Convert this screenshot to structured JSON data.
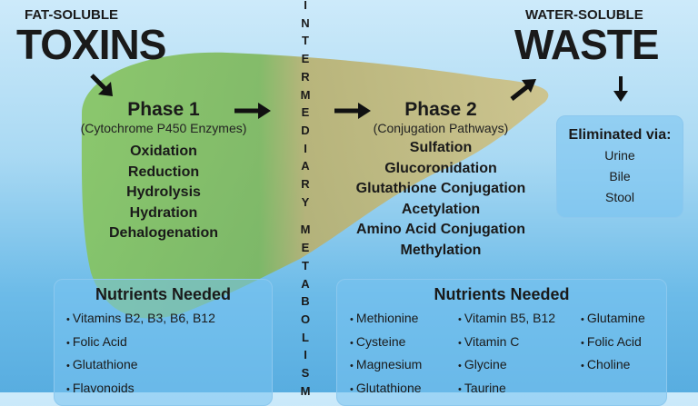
{
  "left_header": {
    "small": "FAT-SOLUBLE",
    "big": "TOXINS"
  },
  "right_header": {
    "small": "WATER-SOLUBLE",
    "big": "WASTE"
  },
  "vertical_label": [
    "I",
    "N",
    "T",
    "E",
    "R",
    "M",
    "E",
    "D",
    "I",
    "A",
    "R",
    "Y",
    "",
    "M",
    "E",
    "T",
    "A",
    "B",
    "O",
    "L",
    "I",
    "S",
    "M"
  ],
  "phase1": {
    "title": "Phase 1",
    "subtitle": "(Cytochrome P450 Enzymes)",
    "items": [
      "Oxidation",
      "Reduction",
      "Hydrolysis",
      "Hydration",
      "Dehalogenation"
    ]
  },
  "phase2": {
    "title": "Phase 2",
    "subtitle": "(Conjugation Pathways)",
    "items": [
      "Sulfation",
      "Glucoronidation",
      "Glutathione Conjugation",
      "Acetylation",
      "Amino Acid Conjugation",
      "Methylation"
    ]
  },
  "elimination": {
    "title": "Eliminated via:",
    "items": [
      "Urine",
      "Bile",
      "Stool"
    ]
  },
  "nutrients1": {
    "title": "Nutrients Needed",
    "items": [
      "Vitamins B2, B3, B6, B12",
      "Folic Acid",
      "Glutathione",
      "Flavonoids"
    ]
  },
  "nutrients2": {
    "title": "Nutrients Needed",
    "col1": [
      "Methionine",
      "Cysteine",
      "Magnesium",
      "Glutathione"
    ],
    "col2": [
      "Vitamin B5, B12",
      "Vitamin C",
      "Glycine",
      "Taurine"
    ],
    "col3": [
      "Glutamine",
      "Folic Acid",
      "Choline"
    ]
  },
  "colors": {
    "liver_left": "#7fbf5a",
    "liver_right": "#c9b978",
    "box_border": "#8cc8ee"
  }
}
